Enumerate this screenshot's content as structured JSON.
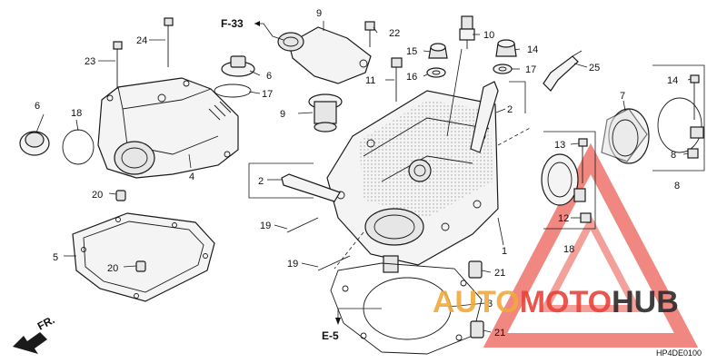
{
  "diagram": {
    "drawing_code": "HP4DE0100",
    "direction_label": "FR.",
    "references": [
      "F-33",
      "E-5"
    ],
    "callouts": [
      {
        "id": "c1",
        "text": "1"
      },
      {
        "id": "c2a",
        "text": "2"
      },
      {
        "id": "c2b",
        "text": "2"
      },
      {
        "id": "c3",
        "text": "3"
      },
      {
        "id": "c4",
        "text": "4"
      },
      {
        "id": "c5",
        "text": "5"
      },
      {
        "id": "c6a",
        "text": "6"
      },
      {
        "id": "c6b",
        "text": "6"
      },
      {
        "id": "c7",
        "text": "7"
      },
      {
        "id": "c8a",
        "text": "8"
      },
      {
        "id": "c8b",
        "text": "8"
      },
      {
        "id": "c9a",
        "text": "9"
      },
      {
        "id": "c9b",
        "text": "9"
      },
      {
        "id": "c10",
        "text": "10"
      },
      {
        "id": "c11",
        "text": "11"
      },
      {
        "id": "c12",
        "text": "12"
      },
      {
        "id": "c13",
        "text": "13"
      },
      {
        "id": "c14a",
        "text": "14"
      },
      {
        "id": "c14b",
        "text": "14"
      },
      {
        "id": "c15",
        "text": "15"
      },
      {
        "id": "c16",
        "text": "16"
      },
      {
        "id": "c17a",
        "text": "17"
      },
      {
        "id": "c17b",
        "text": "17"
      },
      {
        "id": "c18a",
        "text": "18"
      },
      {
        "id": "c18b",
        "text": "18"
      },
      {
        "id": "c19a",
        "text": "19"
      },
      {
        "id": "c19b",
        "text": "19"
      },
      {
        "id": "c20a",
        "text": "20"
      },
      {
        "id": "c20b",
        "text": "20"
      },
      {
        "id": "c21a",
        "text": "21"
      },
      {
        "id": "c21b",
        "text": "21"
      },
      {
        "id": "c22",
        "text": "22"
      },
      {
        "id": "c23",
        "text": "23"
      },
      {
        "id": "c24",
        "text": "24"
      },
      {
        "id": "c25",
        "text": "25"
      }
    ]
  },
  "watermark": {
    "part1": "AUTO",
    "part2": "MOTO",
    "part3": "HUB",
    "colors": {
      "red": "#e8443a",
      "orange": "#f2a93b",
      "dark": "#2b2b2b"
    }
  }
}
